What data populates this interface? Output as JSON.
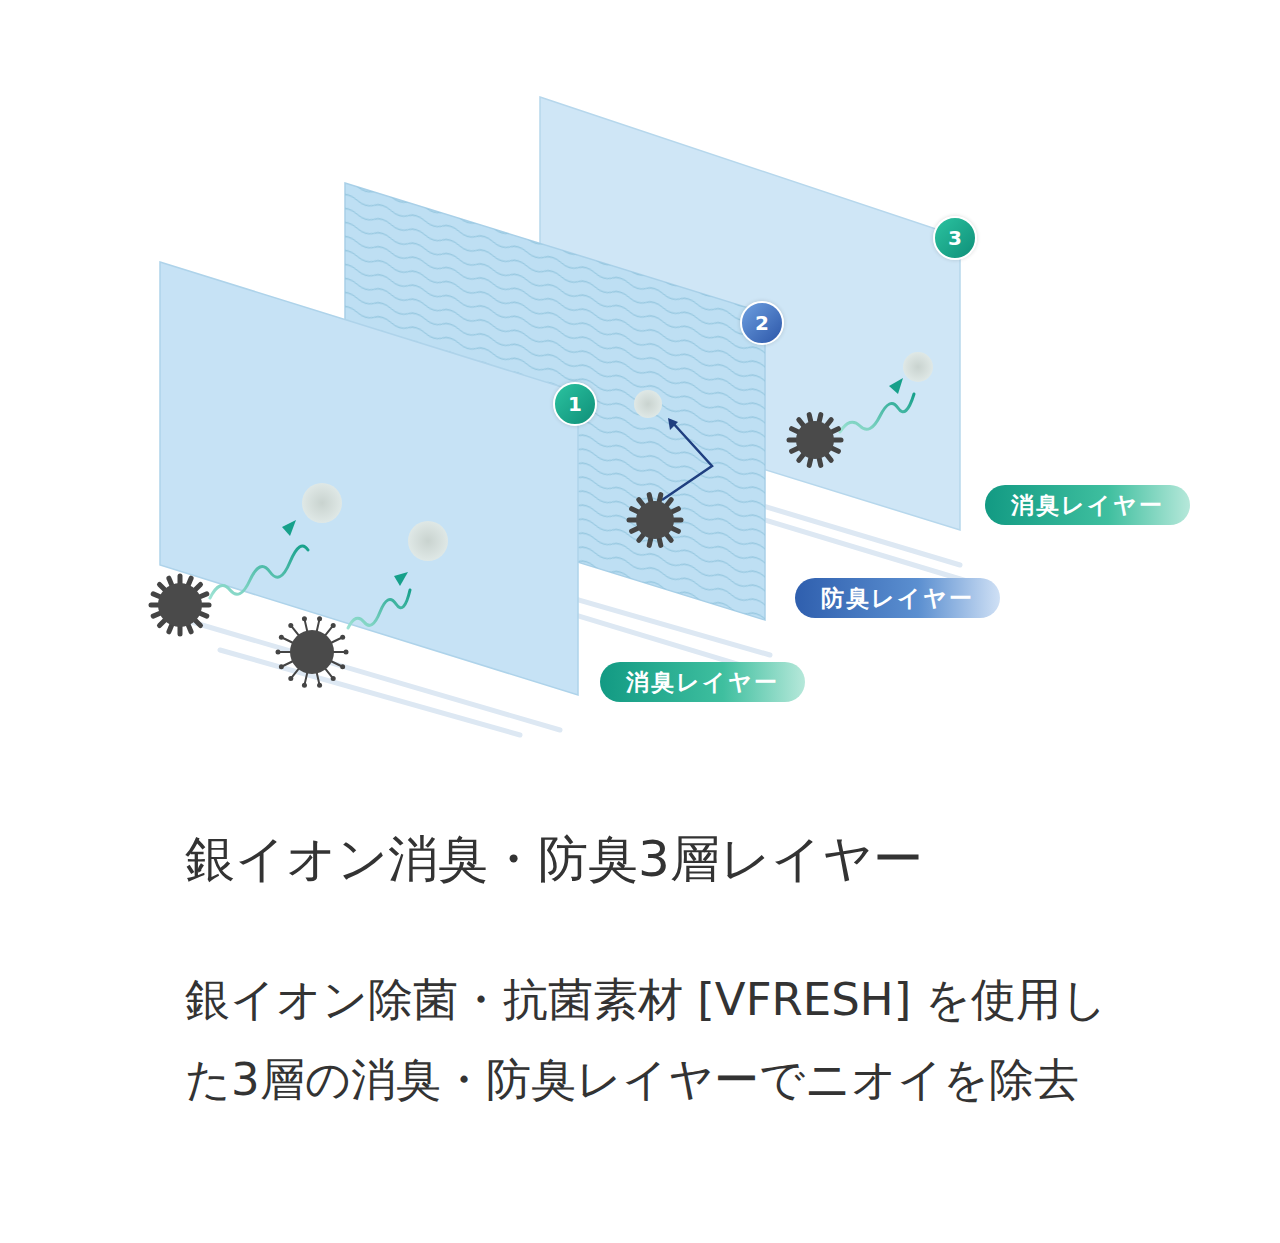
{
  "diagram": {
    "title": "銀イオン消臭・防臭3層レイヤー",
    "caption": "銀イオン除菌・抗菌素材 [VFRESH] を使用した3層の消臭・防臭レイヤーでニオイを除去",
    "nodes": [
      {
        "text": [
          "1"
        ]
      },
      {
        "text": [
          "2"
        ]
      },
      {
        "text": [
          "3"
        ]
      },
      {
        "text": [
          "消臭レイヤー"
        ]
      },
      {
        "text": [
          "防臭レイヤー"
        ]
      },
      {
        "text": [
          "消臭レイヤー"
        ]
      }
    ]
  }
}
